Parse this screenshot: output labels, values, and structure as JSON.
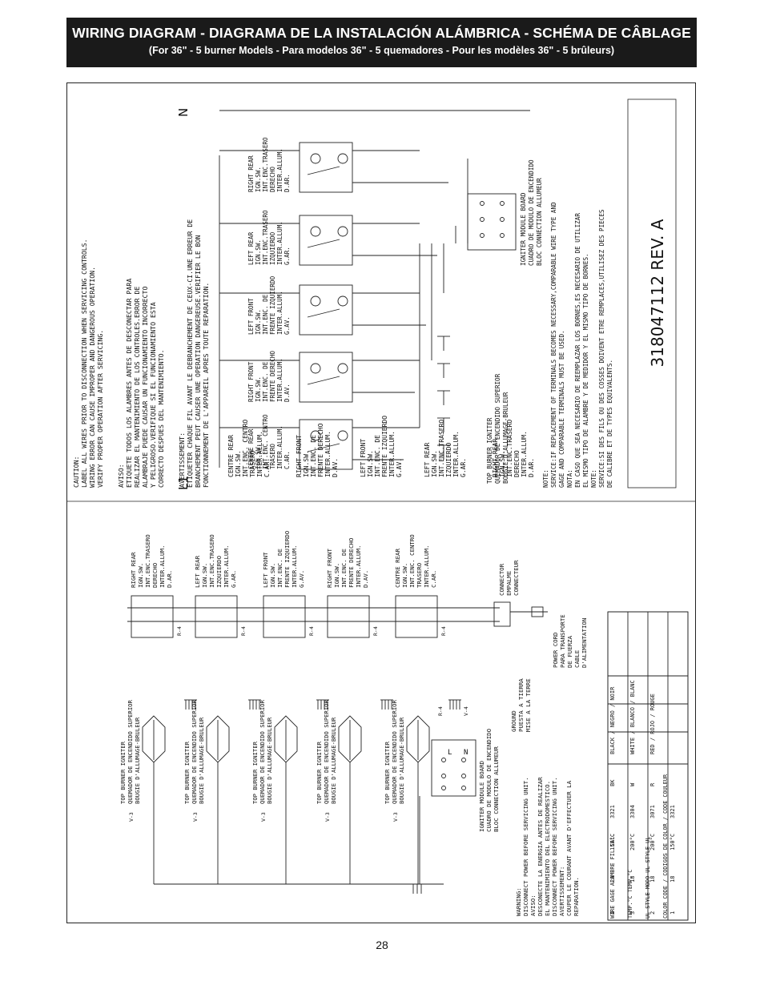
{
  "header": {
    "title": "WIRING DIAGRAM - DIAGRAMA DE LA INSTALACIÓN ALÁMBRICA - SCHÉMA DE CÂBLAGE",
    "subtitle": "(For 36\" - 5 burner Models - Para modelos 36\" - 5 quemadores - Pour les modèles 36\" - 5 brûleurs)"
  },
  "page_number": "28",
  "diagram": {
    "part_number": "318047112 REV. A",
    "l1": "L1",
    "n": "N",
    "caution": [
      "CAUTION:",
      "LABEL ALL WIRES PRIOR TO DISCONNECTION WHEN SERVICING CONTROLS.",
      "WIRING ERROR CAN CAUSE IMPROPER AND DANGEROUS OPERATION.",
      "VERIFY PROPER OPERATION AFTER SERVICING."
    ],
    "aviso": [
      "AVISO:",
      "ETIQUETE TODOS LOS ALAMBRES ANTES DE DESCONECTAR PARA",
      "REALIZAR EL MANTENIMIENTO DE LOS CONTROLES.ERROR DE",
      "ALAMBRAJE PUEDE CAUSAR UN FUNCIONAMIENTO INCORRECTO",
      "Y PELIGROSO.VERIFIQUE SI EL FUNCIONAMIENTO ESTA",
      "CORRECTO DESPUES DEL MANTENIMIENTO."
    ],
    "avertissement": [
      "AVERTISSEMENT:",
      "ETIQUETER CHAQUE FIL AVANT LE DEBRANCHEMENT DE CEUX-CI.UNE ERREUR DE",
      "BRANCHEMENT PEUT CAUSER UNE OPERATION DANGEREUSE.VERIFIER LE BON",
      "FONCTIONNEMENT DE L'APPAREIL APRES TOUTE REPARATION."
    ],
    "switch_labels": [
      [
        "CENTRE REAR",
        "IGN.SW.",
        "INT.ENC. CENTRO",
        "TRASERO",
        "INTER.ALLUM.",
        "C.AR."
      ],
      [
        "RIGHT FRONT",
        "IGN.SW.",
        "INT.ENC. DE",
        "FRENTE DERECHO",
        "INTER.ALLUM.",
        "D.AV."
      ],
      [
        "LEFT FRONT",
        "IGN.SW.",
        "INT.ENC. DE",
        "FRENTE IZQUIERDO",
        "INTER.ALLUM.",
        "G.AV."
      ],
      [
        "LEFT REAR",
        "IGN.SW.",
        "INT.ENC.TRASERO",
        "IZQUIERDO",
        "INTER.ALLUM.",
        "G.AR."
      ],
      [
        "RIGHT REAR",
        "IGN.SW.",
        "INT.ENC.TRASERO",
        "DERECHO",
        "INTER.ALLUM.",
        "D.AR."
      ]
    ],
    "igniter_label": [
      "TOP BURNER IGNITER",
      "QUEMADOR DE ENCENDIDO SUPERIOR",
      "BOUGIE D'ALLUMAGE-BRULEUR"
    ],
    "module_label": [
      "IGNITER MODULE BOARD",
      "CUADRO DE MODULO DE ENCENDIDO",
      "BLOC CONNECTION ALLUMEUR"
    ],
    "module_terminals": [
      "L",
      "N"
    ],
    "notes": [
      "NOTE:",
      "SERVICE:IF REPLACEMENT OF TERMINALS BECOMES NECESSARY,COMPARABLE WIRE TYPE AND",
      "GAGE AND COMPARABLE TERMINALS MUST BE USED.",
      "NOTA:",
      "EN CASO QUE SEA NECESARIO DE REEMPLAZAR LOS BORNES,ES NECESARIO DE UTILIZAR",
      "EL MISMO TIPO DE ALAMBRE Y DE MEDIDOR Y EL MISMO TIPO DE BORNES.",
      "NOTE:",
      "SERVICE:SI DES FILS OU DES COSSES DOIVENT ETRE REMPLACES,UTILISEZ DES PIECES",
      "DE CALIBRE ET DE TYPES EQUIVALENTS."
    ],
    "connector_label": [
      "CONNECTOR",
      "EMPALME",
      "CONNECTEUR"
    ],
    "power_cord_label": [
      "POWER CORD",
      "PARA TRANSPORTE",
      "DE FUERZA",
      "CABLE",
      "D'ALIMENTATION"
    ],
    "ground_label": [
      "GROUND",
      "PUESTA A TIERRA",
      "MISE A LA TERRE"
    ],
    "wire_codes": [
      "R-4",
      "V-3",
      "V-4"
    ],
    "warning": [
      "WARNING:",
      "DISCONNECT POWER BEFORE SERVICING UNIT.",
      "AVISO:",
      "DESCONECTE LA ENERGIA ANTES DE REALIZAR",
      "EL MANTENIMIENTO DEL ELECTRODOMESTICO.",
      "DISCONNECT POWER BEFORE SERVICING UNIT.",
      "AVERTISSEMENT:",
      "COUPER LE COURANT AVANT D'EFFECTUER LA",
      "REPARATION."
    ],
    "wire_table": {
      "headers": [
        "WIRE GAGE ALAMBRE FIL CAL.",
        "TEMP.°C TEMP.°C",
        "UL STYLE MODO UL STYLE UL",
        "COLOR CODE / CODIGOS DE COLOR / CODE COULEUR"
      ],
      "rows": [
        [
          "4",
          "20",
          "150°C",
          "3321",
          "BK",
          "BLACK / NEGRO / NOIR"
        ],
        [
          "3",
          "18",
          "200°C",
          "3304",
          "W",
          "WHITE / BLANCO / BLANC"
        ],
        [
          "2",
          "18",
          "200°C",
          "3071",
          "R",
          "RED / ROJO / ROUGE"
        ],
        [
          "1",
          "18",
          "150°C",
          "3321",
          "",
          ""
        ]
      ]
    }
  }
}
